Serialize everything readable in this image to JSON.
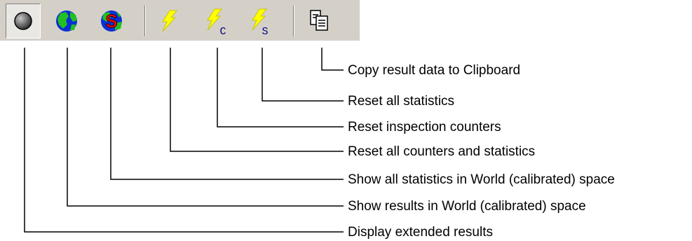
{
  "toolbar": {
    "buttons": [
      {
        "icon": "extended-results-icon",
        "pressed": true
      },
      {
        "icon": "world-space-results-icon",
        "pressed": false
      },
      {
        "icon": "world-space-statistics-icon",
        "glyph": "S",
        "pressed": false
      },
      {
        "icon": "reset-all-lightning-icon",
        "pressed": false
      },
      {
        "icon": "reset-counters-lightning-icon",
        "glyph": "C",
        "pressed": false
      },
      {
        "icon": "reset-statistics-lightning-icon",
        "glyph": "S",
        "pressed": false
      },
      {
        "icon": "copy-clipboard-icon",
        "pressed": false
      }
    ],
    "colors": {
      "background": "#d4d0c8",
      "lightning": "#ffff00",
      "globe": "#0a2fd6",
      "land": "#22c020",
      "letter": "#ff0000"
    }
  },
  "callouts": [
    {
      "label": "Copy result data to Clipboard",
      "target": "copy-clipboard-icon"
    },
    {
      "label": "Reset all statistics",
      "target": "reset-statistics-lightning-icon"
    },
    {
      "label": "Reset inspection counters",
      "target": "reset-counters-lightning-icon"
    },
    {
      "label": "Reset all counters and statistics",
      "target": "reset-all-lightning-icon"
    },
    {
      "label": "Show all statistics in World (calibrated) space",
      "target": "world-space-statistics-icon"
    },
    {
      "label": "Show results in World (calibrated) space",
      "target": "world-space-results-icon"
    },
    {
      "label": "Display extended results",
      "target": "extended-results-icon"
    }
  ]
}
